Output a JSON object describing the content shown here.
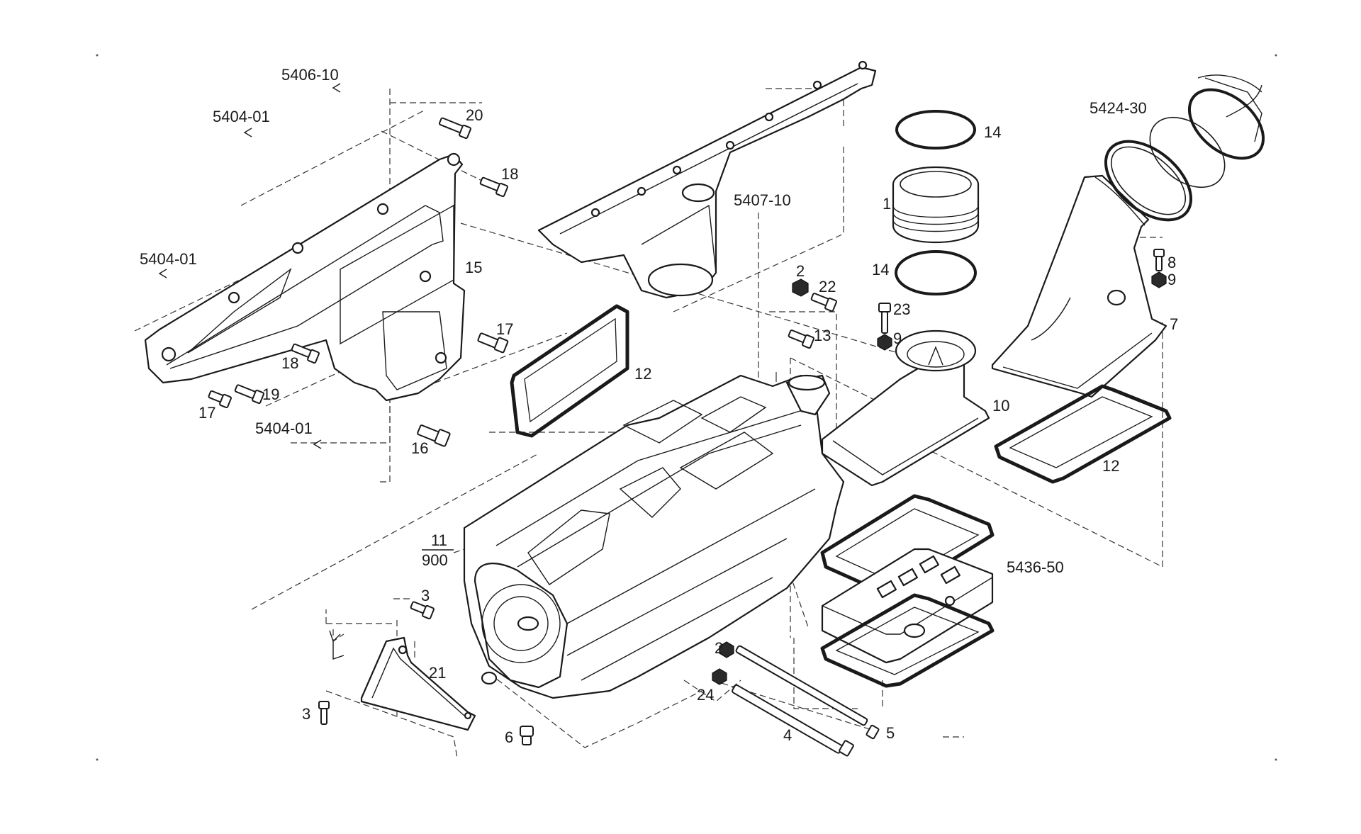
{
  "diagram": {
    "references": {
      "r5406_10": "5406-10",
      "r5404_01_top": "5404-01",
      "r5404_01_left": "5404-01",
      "r5404_01_bottom": "5404-01",
      "r5407_10": "5407-10",
      "r5424_30": "5424-30",
      "r5436_50": "5436-50"
    },
    "callouts": {
      "c20": "20",
      "c18a": "18",
      "c15": "15",
      "c17a": "17",
      "c18b": "18",
      "c17b": "17",
      "c19": "19",
      "c16": "16",
      "c12a": "12",
      "c14a": "14",
      "c1": "1",
      "c14b": "14",
      "c2a": "2",
      "c22": "22",
      "c23": "23",
      "c13": "13",
      "c9a": "9",
      "c10": "10",
      "c8": "8",
      "c9b": "9",
      "c7": "7",
      "c12b": "12",
      "c11": "11",
      "c900": "900",
      "c3a": "3",
      "c21": "21",
      "c3b": "3",
      "c6": "6",
      "c2b": "2",
      "c24": "24",
      "c4": "4",
      "c5": "5"
    }
  }
}
